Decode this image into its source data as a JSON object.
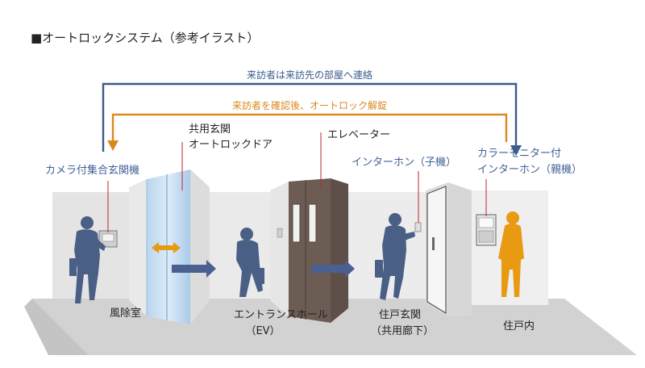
{
  "title": "■オートロックシステム（参考イラスト）",
  "flow": {
    "visitor_contact": "来訪者は来訪先の部屋へ連絡",
    "confirm_unlock": "来訪者を確認後、オートロック解錠"
  },
  "labels": {
    "camera_intercom": "カメラ付集合玄関機",
    "entrance_door_line1": "共用玄関",
    "entrance_door_line2": "オートロックドア",
    "elevator": "エレベーター",
    "child_intercom": "インターホン（子機）",
    "monitor_line1": "カラーモニター付",
    "monitor_line2": "インターホン（親機）"
  },
  "rooms": {
    "windbreak": "風除室",
    "hall_line1": "エントランスホール",
    "hall_line2": "（EV）",
    "unit_entrance_line1": "住戸玄関",
    "unit_entrance_line2": "（共用廊下）",
    "unit_inside": "住戸内"
  },
  "colors": {
    "navy_flow": "#3c5a8c",
    "orange_flow": "#d98a1e",
    "visitor": "#4a5f86",
    "resident": "#e89a12",
    "label_blue": "#3f5f96",
    "wall": "#e2e2e2",
    "floor": "#d4d4d4",
    "elevator_door": "#6b5a52"
  }
}
